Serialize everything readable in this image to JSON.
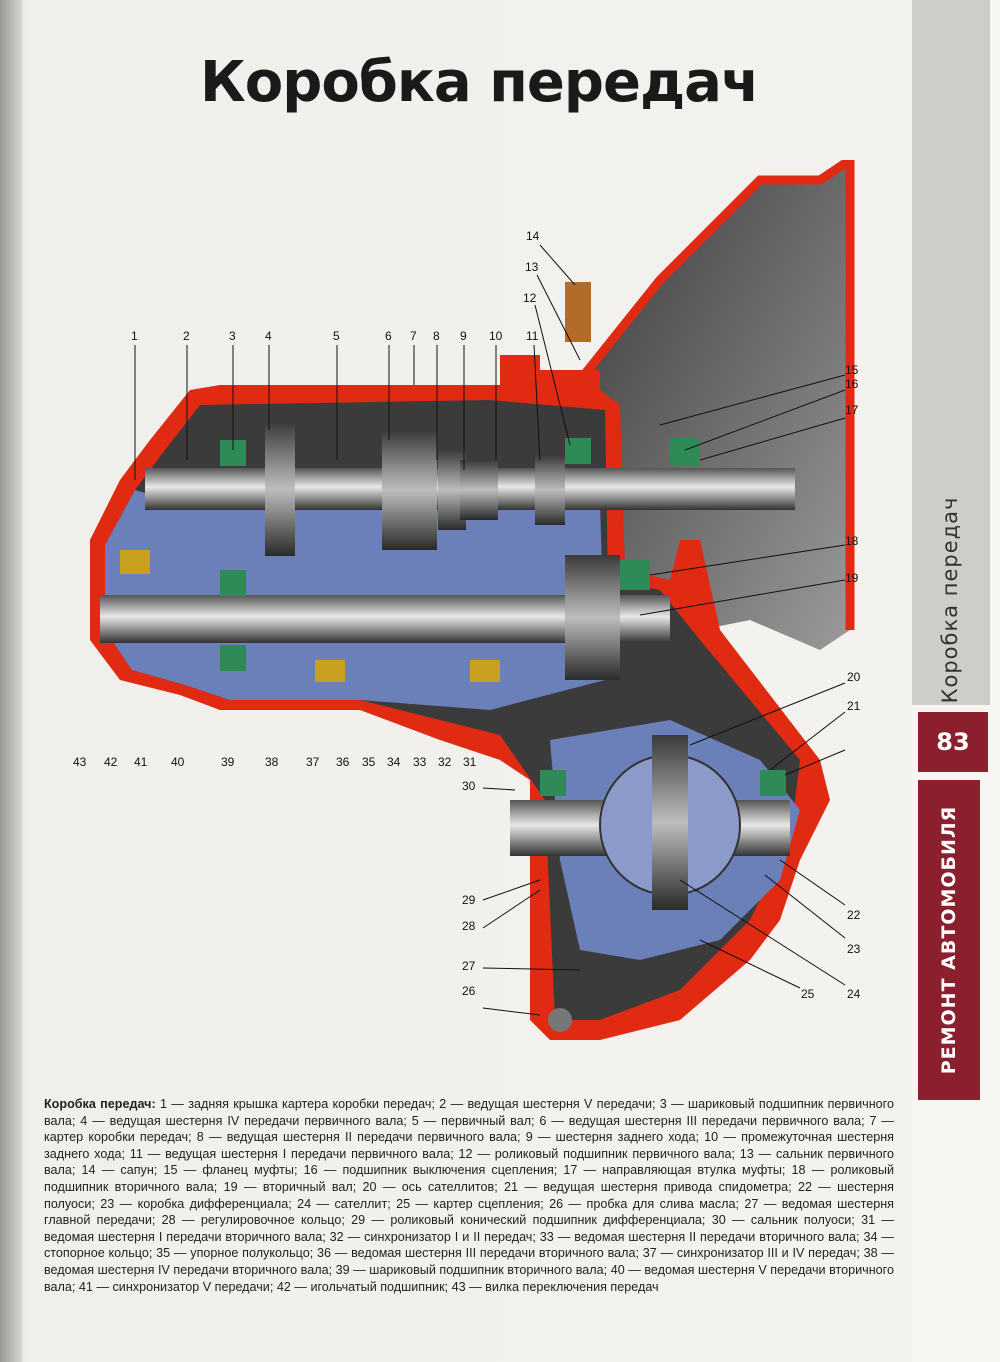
{
  "title": "Коробка передач",
  "sidebar": {
    "section_label": "Коробка передач",
    "page_number": "83",
    "book_label": "РЕМОНТ АВТОМОБИЛЯ"
  },
  "diagram": {
    "numbers": [
      "1",
      "2",
      "3",
      "4",
      "5",
      "6",
      "7",
      "8",
      "9",
      "10",
      "11",
      "12",
      "13",
      "14",
      "15",
      "16",
      "17",
      "18",
      "19",
      "20",
      "21",
      "22",
      "23",
      "24",
      "25",
      "26",
      "27",
      "28",
      "29",
      "30",
      "31",
      "32",
      "33",
      "34",
      "35",
      "36",
      "37",
      "38",
      "39",
      "40",
      "41",
      "42",
      "43"
    ]
  },
  "caption": {
    "heading": "Коробка передач:",
    "text": " 1 — задняя крышка картера коробки передач; 2 — ведущая шестерня V передачи; 3 — шариковый подшипник первичного вала; 4 — ведущая шестерня IV передачи первичного вала; 5 — первичный вал; 6 — ведущая шестерня III передачи первичного вала; 7 — картер коробки передач; 8 — ведущая шестерня II передачи первичного вала; 9 — шестерня заднего хода; 10 — промежуточная шестерня заднего хода; 11 — ведущая шестерня I передачи первичного вала; 12 — роликовый подшипник первичного вала; 13 — сальник первичного вала; 14 — сапун; 15 — фланец муфты; 16 — подшипник выключения сцепления; 17 — направляющая втулка муфты; 18 — роликовый подшипник вторичного вала; 19 — вторичный вал; 20 — ось сателлитов; 21 — ведущая шестерня привода спидометра; 22 — шестерня полуоси; 23 — коробка дифференциала; 24 — сателлит; 25 — картер сцепления; 26 — пробка для слива масла; 27 — ведомая шестерня главной передачи; 28 — регулировочное кольцо; 29 — роликовый конический подшипник дифференциала; 30 — сальник полуоси; 31 — ведомая шестерня I передачи вторичного вала; 32 — синхронизатор I и II передач; 33 — ведомая шестерня II передачи вторичного вала; 34 — стопорное кольцо; 35 — упорное полукольцо; 36 — ведомая шестерня III передачи вторичного вала; 37 — синхронизатор III и IV передач; 38 — ведомая шестерня IV передачи вторичного вала; 39 — шариковый подшипник вторичного вала; 40 — ведомая шестерня V передачи вторичного вала; 41 — синхронизатор V передачи; 42 — игольчатый подшипник; 43 — вилка переключения передач"
  }
}
